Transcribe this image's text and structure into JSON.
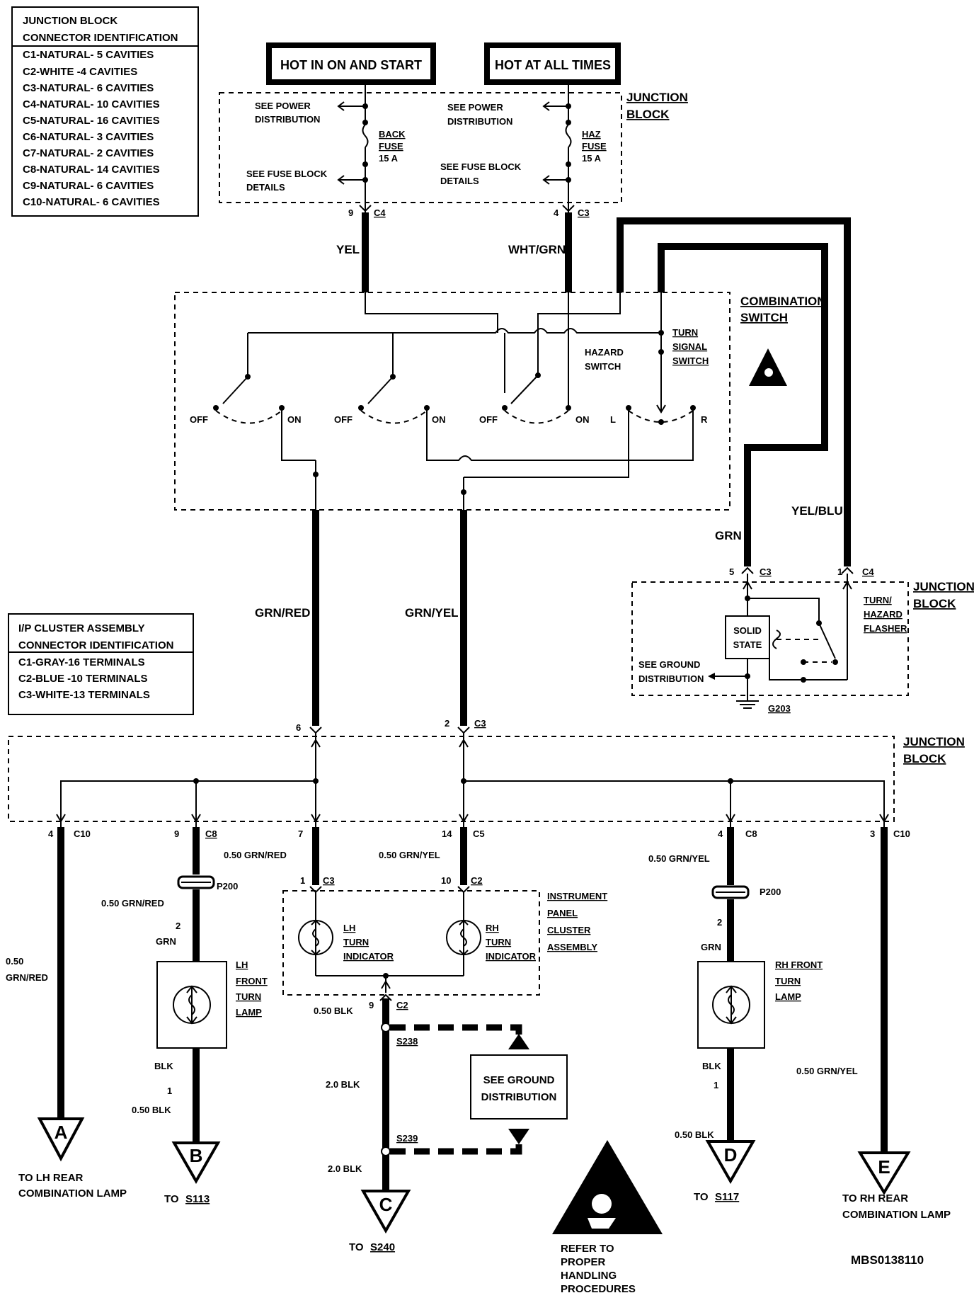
{
  "junction_block_connector_table": {
    "title_line1": "JUNCTION BLOCK",
    "title_line2": "CONNECTOR IDENTIFICATION",
    "rows": [
      "C1-NATURAL- 5 CAVITIES",
      "C2-WHITE -4 CAVITIES",
      "C3-NATURAL- 6 CAVITIES",
      "C4-NATURAL- 10 CAVITIES",
      "C5-NATURAL- 16 CAVITIES",
      "C6-NATURAL- 3 CAVITIES",
      "C7-NATURAL- 2 CAVITIES",
      "C8-NATURAL- 14 CAVITIES",
      "C9-NATURAL- 6 CAVITIES",
      "C10-NATURAL- 6 CAVITIES"
    ]
  },
  "ip_cluster_connector_table": {
    "title_line1": "I/P CLUSTER ASSEMBLY",
    "title_line2": "CONNECTOR IDENTIFICATION",
    "rows": [
      "C1-GRAY-16 TERMINALS",
      "C2-BLUE -10 TERMINALS",
      "C3-WHITE-13 TERMINALS"
    ]
  },
  "power_labels": {
    "hot_run_start": "HOT IN ON AND START",
    "hot_all_times": "HOT AT ALL TIMES"
  },
  "top_junction_block": {
    "label_1": "JUNCTION",
    "label_2": "BLOCK",
    "see_power_dist_1": "SEE POWER",
    "see_power_dist_2": "DISTRIBUTION",
    "see_fuse_block_left_1": "SEE FUSE BLOCK",
    "see_fuse_block_left_2": "DETAILS",
    "see_fuse_block_right_1": "SEE FUSE BLOCK",
    "see_fuse_block_right_2": "DETAILS",
    "back_fuse_1": "BACK",
    "back_fuse_2": "FUSE",
    "back_fuse_3": "15 A",
    "haz_fuse_1": "HAZ",
    "haz_fuse_2": "FUSE",
    "haz_fuse_3": "15 A",
    "pin_left": "9",
    "conn_left": "C4",
    "pin_right": "4",
    "conn_right": "C3"
  },
  "wires": {
    "yel": "YEL",
    "wht_grn": "WHT/GRN",
    "grn_red": "GRN/RED",
    "grn_yel": "GRN/YEL",
    "grn": "GRN",
    "yel_blu": "YEL/BLU"
  },
  "combination_switch": {
    "label_1": "COMBINATION",
    "label_2": "SWITCH",
    "hazard_1": "HAZARD",
    "hazard_2": "SWITCH",
    "turn_1": "TURN",
    "turn_2": "SIGNAL",
    "turn_3": "SWITCH",
    "off": "OFF",
    "on": "ON",
    "l": "L",
    "r": "R"
  },
  "flasher_block": {
    "pin_grn": "5",
    "conn_grn": "C3",
    "pin_yelblu": "1",
    "conn_yelblu": "C4",
    "label_1": "JUNCTION",
    "label_2": "BLOCK",
    "flasher_1": "TURN/",
    "flasher_2": "HAZARD",
    "flasher_3": "FLASHER",
    "solid_1": "SOLID",
    "solid_2": "STATE",
    "see_ground_1": "SEE GROUND",
    "see_ground_2": "DISTRIBUTION",
    "ground_id": "G203"
  },
  "middle_junction_block": {
    "pin_6": "6",
    "pin_2": "2",
    "conn": "C3",
    "label_1": "JUNCTION",
    "label_2": "BLOCK"
  },
  "outputs": {
    "c10_left_pin": "4",
    "c10_left": "C10",
    "c8_left_pin": "9",
    "c8_left": "C8",
    "c5_a_pin": "7",
    "c5_b_pin": "14",
    "c5": "C5",
    "c8_right_pin": "4",
    "c8_right": "C8",
    "c10_right_pin": "3",
    "c10_right": "C10"
  },
  "lh_branch": {
    "wire_left_1": "0.50",
    "wire_left_2": "GRN/RED",
    "wire_p200": "0.50 GRN/RED",
    "p200": "P200",
    "pin_2": "2",
    "grn": "GRN",
    "lamp_1": "LH",
    "lamp_2": "FRONT",
    "lamp_3": "TURN",
    "lamp_4": "LAMP",
    "blk": "BLK",
    "pin_1": "1",
    "wire_050_blk": "0.50 BLK",
    "conn_a": "A",
    "conn_b": "B",
    "to_lh_rear_1": "TO LH REAR",
    "to_lh_rear_2": "COMBINATION LAMP",
    "to_prefix": "TO",
    "s113": "S113"
  },
  "cluster": {
    "wire_grn_red": "0.50 GRN/RED",
    "wire_grn_yel": "0.50 GRN/YEL",
    "pin_1": "1",
    "conn_c3": "C3",
    "pin_10": "10",
    "conn_c2": "C2",
    "label_1": "INSTRUMENT",
    "label_2": "PANEL",
    "label_3": "CLUSTER",
    "label_4": "ASSEMBLY",
    "lh_1": "LH",
    "lh_2": "TURN",
    "lh_3": "INDICATOR",
    "rh_1": "RH",
    "rh_2": "TURN",
    "rh_3": "INDICATOR",
    "pin_9": "9",
    "conn_c2_out": "C2",
    "wire_050_blk": "0.50 BLK",
    "s238": "S238",
    "wire_20_blk_1": "2.0 BLK",
    "s239": "S239",
    "wire_20_blk_2": "2.0 BLK",
    "see_ground_1": "SEE GROUND",
    "see_ground_2": "DISTRIBUTION",
    "conn_c": "C",
    "to_prefix": "TO",
    "s240": "S240"
  },
  "rh_branch": {
    "wire_grn_yel": "0.50 GRN/YEL",
    "p200": "P200",
    "pin_2": "2",
    "grn": "GRN",
    "lamp_1": "RH FRONT",
    "lamp_2": "TURN",
    "lamp_3": "LAMP",
    "blk": "BLK",
    "pin_1": "1",
    "wire_050_blk": "0.50 BLK",
    "conn_d": "D",
    "to_prefix": "TO",
    "s117": "S117",
    "wire_e": "0.50 GRN/YEL",
    "conn_e": "E",
    "to_rh_rear_1": "TO RH REAR",
    "to_rh_rear_2": "COMBINATION LAMP"
  },
  "notes": {
    "refer_1": "REFER TO",
    "refer_2": "PROPER",
    "refer_3": "HANDLING",
    "refer_4": "PROCEDURES",
    "doc_id": "MBS0138110"
  }
}
